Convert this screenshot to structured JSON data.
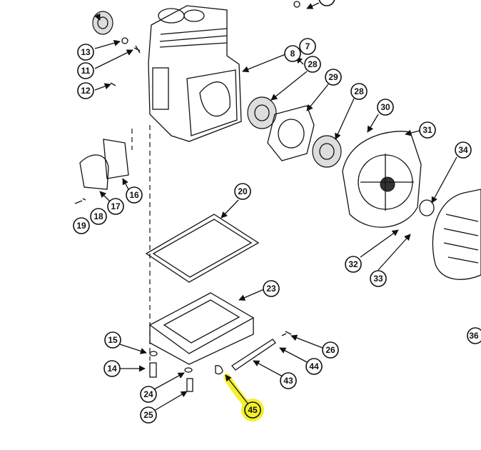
{
  "diagram": {
    "callouts": [
      "13",
      "11",
      "12",
      "8",
      "7",
      "28",
      "29",
      "28",
      "30",
      "31",
      "34",
      "16",
      "17",
      "18",
      "19",
      "20",
      "32",
      "33",
      "23",
      "15",
      "14",
      "24",
      "25",
      "26",
      "44",
      "43",
      "45",
      "36"
    ],
    "highlighted": "45",
    "colors": {
      "highlight": "#f4f02a",
      "line": "#111111",
      "paper": "#ffffff"
    }
  }
}
